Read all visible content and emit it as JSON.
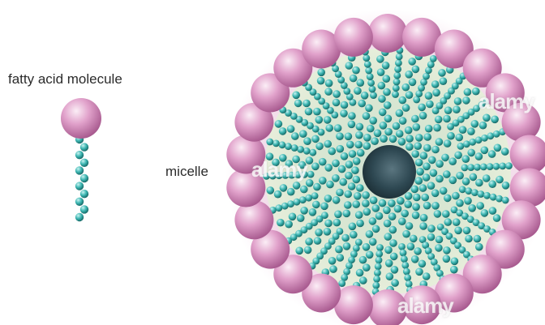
{
  "labels": {
    "fatty_acid": "fatty acid molecule",
    "micelle": "micelle"
  },
  "watermark": "alamy",
  "colors": {
    "head": "#d88fbd",
    "head_light": "#f7e3ef",
    "head_dark": "#b4679b",
    "tail": "#3fb7b3",
    "tail_dark": "#1a7a78",
    "core": "#dfe9d6",
    "center": "#304a55"
  },
  "icons": {
    "molecule": "fatty-acid-molecule-icon",
    "micelle": "micelle-icon"
  }
}
